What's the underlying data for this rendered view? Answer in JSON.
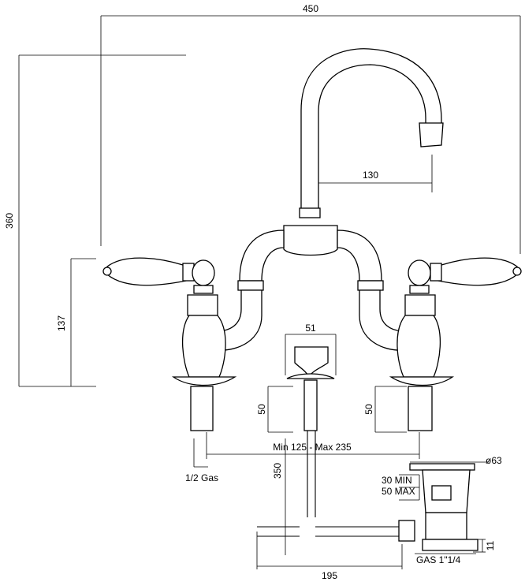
{
  "dimensions": {
    "overall_width": "450",
    "overall_height": "360",
    "handle_height": "137",
    "spout_reach": "130",
    "valve_width": "51",
    "tail_left": "50",
    "tail_right": "50",
    "pop_up_rod": "350",
    "waste_width": "195",
    "centres_range": "Min 125 - Max 235",
    "thread": "1/2 Gas",
    "waste_diameter": "ø63",
    "waste_min": "30 MIN",
    "waste_max": "50 MAX",
    "waste_thread": "GAS 1\"1/4",
    "waste_outlet": "11"
  }
}
